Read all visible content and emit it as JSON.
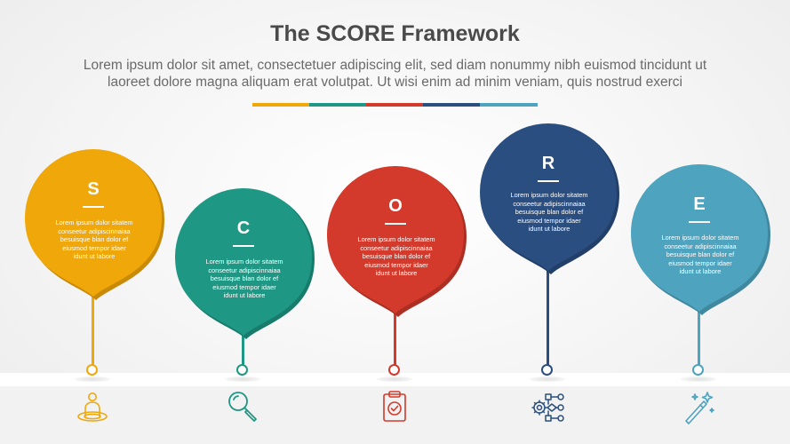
{
  "title": "The SCORE Framework",
  "subtitle_line1": "Lorem ipsum dolor sit amet, consectetuer adipiscing elit, sed diam nonummy nibh euismod tincidunt ut",
  "subtitle_line2": "laoreet dolore magna aliquam erat volutpat. Ut wisi enim ad minim veniam, quis nostrud exerci",
  "colors": {
    "yellow": "#f0a70a",
    "teal": "#1e9784",
    "red": "#d33a2b",
    "navy": "#2a4e7f",
    "blue": "#4ea3bf",
    "icon": "#7a7a7a"
  },
  "stages": [
    {
      "letter": "S",
      "color": "#f0a70a",
      "shade": "#c98a08",
      "icon": "person-on-target-icon",
      "desc": [
        "Lorem ipsum dolor sitatem",
        "conseetur adipiscinnaiaa",
        "besuisque blan dolor ef",
        "eiusmod tempor idaer",
        "idunt ut labore"
      ]
    },
    {
      "letter": "C",
      "color": "#1e9784",
      "shade": "#177c6c",
      "icon": "magnifier-icon",
      "desc": [
        "Lorem ipsum dolor sitatem",
        "conseetur adipiscinnaiaa",
        "besuisque blan dolor ef",
        "eiusmod tempor idaer",
        "idunt ut labore"
      ]
    },
    {
      "letter": "O",
      "color": "#d33a2b",
      "shade": "#ad2e22",
      "icon": "clipboard-check-icon",
      "desc": [
        "Lorem ipsum dolor sitatem",
        "conseetur adipiscinnaiaa",
        "besuisque blan dolor ef",
        "eiusmod tempor idaer",
        "idunt ut labore"
      ]
    },
    {
      "letter": "R",
      "color": "#2a4e7f",
      "shade": "#213f68",
      "icon": "gear-flowchart-icon",
      "desc": [
        "Lorem ipsum dolor sitatem",
        "conseetur adipiscinnaiaa",
        "besuisque blan dolor ef",
        "eiusmod tempor idaer",
        "idunt ut labore"
      ]
    },
    {
      "letter": "E",
      "color": "#4ea3bf",
      "shade": "#3f889f",
      "icon": "magic-wand-icon",
      "desc": [
        "Lorem ipsum dolor sitatem",
        "conseetur adipiscinnaiaa",
        "besuisque blan dolor ef",
        "eiusmod tempor idaer",
        "idunt ut labore"
      ]
    }
  ]
}
